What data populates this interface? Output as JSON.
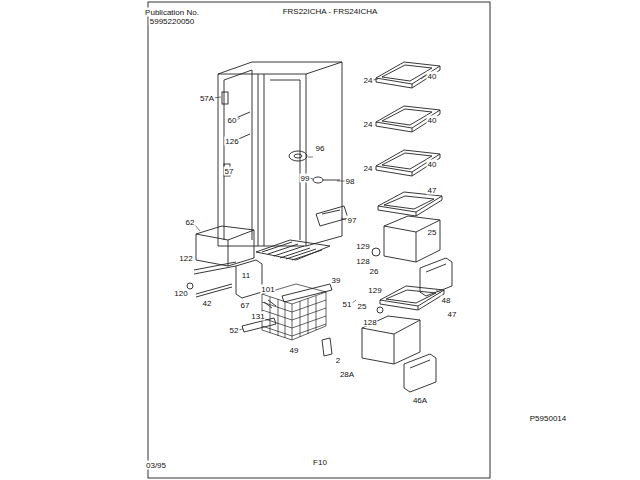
{
  "diagram": {
    "title": "FRS22ICHA - FRS24ICHA",
    "labels": [
      "Publication No.",
      "5995220050",
      "57A",
      "60",
      "126",
      "57",
      "96",
      "99",
      "98",
      "97",
      "24",
      "40",
      "24",
      "40",
      "24",
      "40",
      "47",
      "129",
      "128",
      "25",
      "62",
      "11",
      "39",
      "122",
      "120",
      "42",
      "67",
      "101",
      "51",
      "26",
      "48",
      "131",
      "129",
      "128",
      "25",
      "47",
      "52",
      "49",
      "2",
      "28A",
      "46A",
      "P5950014",
      "03/95",
      "F10"
    ]
  }
}
